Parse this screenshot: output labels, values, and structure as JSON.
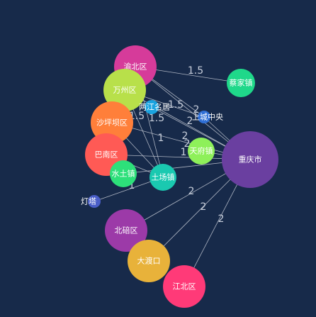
{
  "graph": {
    "nodes": [
      {
        "id": "yubei",
        "label": "渝北区",
        "color": "#d63b9a"
      },
      {
        "id": "caijia",
        "label": "蔡家镇",
        "color": "#1fd88a"
      },
      {
        "id": "wanzhou",
        "label": "万州区",
        "color": "#b8e04a"
      },
      {
        "id": "liangjiang",
        "label": "两江名居",
        "color": "#1aa3e0"
      },
      {
        "id": "shangcheng",
        "label": "上城中央",
        "color": "#2f6fd6"
      },
      {
        "id": "shapingba",
        "label": "沙坪坝区",
        "color": "#ff7f3a"
      },
      {
        "id": "tianfu",
        "label": "天府镇",
        "color": "#8ef05a"
      },
      {
        "id": "chongqing",
        "label": "重庆市",
        "color": "#6a3fa0"
      },
      {
        "id": "banan",
        "label": "巴南区",
        "color": "#ff5a55"
      },
      {
        "id": "shuitu",
        "label": "水土镇",
        "color": "#2de07a"
      },
      {
        "id": "tuchang",
        "label": "土场镇",
        "color": "#1ac9b0"
      },
      {
        "id": "dengta",
        "label": "灯塔",
        "color": "#4a5ec8"
      },
      {
        "id": "beibei",
        "label": "北碚区",
        "color": "#9c3aa8"
      },
      {
        "id": "dadukou",
        "label": "大渡口",
        "color": "#e8b23a"
      },
      {
        "id": "jiangbei",
        "label": "江北区",
        "color": "#ff3a78"
      }
    ],
    "edges": [
      {
        "source": "yubei",
        "target": "caijia",
        "label": "1.5"
      },
      {
        "source": "yubei",
        "target": "chongqing",
        "label": ""
      },
      {
        "source": "yubei",
        "target": "shangcheng",
        "label": ""
      },
      {
        "source": "yubei",
        "target": "tuchang",
        "label": "1.5"
      },
      {
        "source": "wanzhou",
        "target": "chongqing",
        "label": ""
      },
      {
        "source": "wanzhou",
        "target": "tuchang",
        "label": "1.5"
      },
      {
        "source": "wanzhou",
        "target": "shangcheng",
        "label": "1.5"
      },
      {
        "source": "liangjiang",
        "target": "chongqing",
        "label": "2"
      },
      {
        "source": "shapingba",
        "target": "chongqing",
        "label": "2"
      },
      {
        "source": "shapingba",
        "target": "tuchang",
        "label": "1"
      },
      {
        "source": "banan",
        "target": "chongqing",
        "label": "2"
      },
      {
        "source": "banan",
        "target": "tuchang",
        "label": ""
      },
      {
        "source": "shuitu",
        "target": "chongqing",
        "label": "2"
      },
      {
        "source": "tianfu",
        "target": "chongqing",
        "label": "1"
      },
      {
        "source": "shangcheng",
        "target": "chongqing",
        "label": ""
      },
      {
        "source": "beibei",
        "target": "chongqing",
        "label": "2"
      },
      {
        "source": "dadukou",
        "target": "chongqing",
        "label": "2"
      },
      {
        "source": "jiangbei",
        "target": "chongqing",
        "label": "2"
      },
      {
        "source": "dengta",
        "target": "tuchang",
        "label": "1"
      }
    ]
  }
}
